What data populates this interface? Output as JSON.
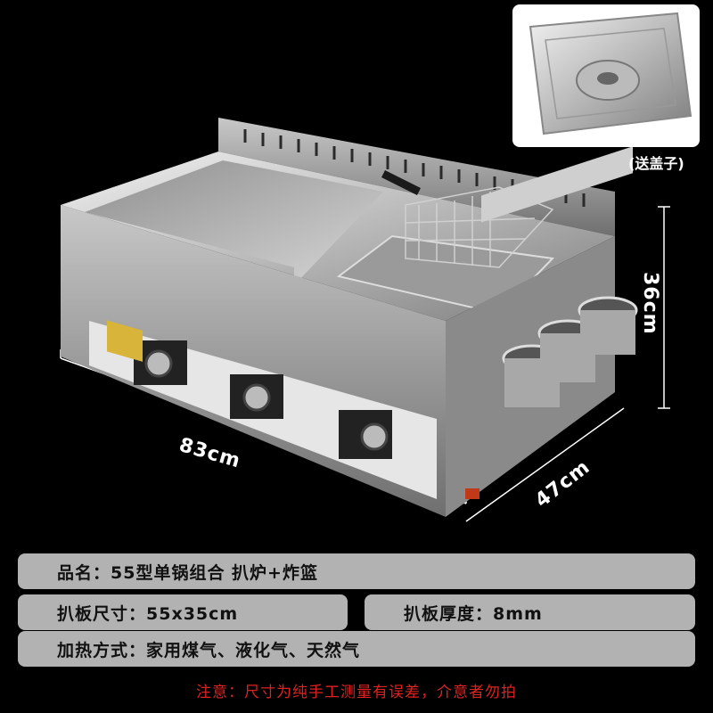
{
  "dimensions": {
    "width": "83cm",
    "depth": "47cm",
    "height": "36cm"
  },
  "lid_label": "(送盖子)",
  "specs": {
    "product_name": "品名：55型单锅组合 扒炉+炸篮",
    "plate_size": "扒板尺寸：55x35cm",
    "plate_thickness": "扒板厚度：8mm",
    "heating_method": "加热方式：家用煤气、液化气、天然气"
  },
  "note": "注意：尺寸为纯手工测量有误差，介意者勿拍",
  "colors": {
    "background": "#000000",
    "spec_bar": "#b2b2b2",
    "note_text": "#e12020"
  }
}
